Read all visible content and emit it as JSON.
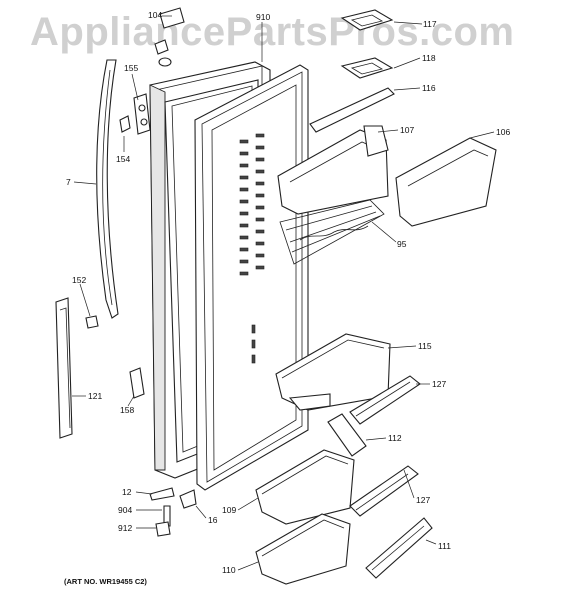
{
  "watermark": "AppliancePartsPros.com",
  "art_number": "(ART NO. WR19455 C2)",
  "callouts": {
    "c104": "104",
    "c910": "910",
    "c117": "117",
    "c118": "118",
    "c116": "116",
    "c155": "155",
    "c154": "154",
    "c7": "7",
    "c107": "107",
    "c106": "106",
    "c95": "95",
    "c152": "152",
    "c121": "121",
    "c158": "158",
    "c115": "115",
    "c127a": "127",
    "c112": "112",
    "c12": "12",
    "c904": "904",
    "c16": "16",
    "c109": "109",
    "c127b": "127",
    "c912": "912",
    "c111": "111",
    "c110": "110"
  }
}
